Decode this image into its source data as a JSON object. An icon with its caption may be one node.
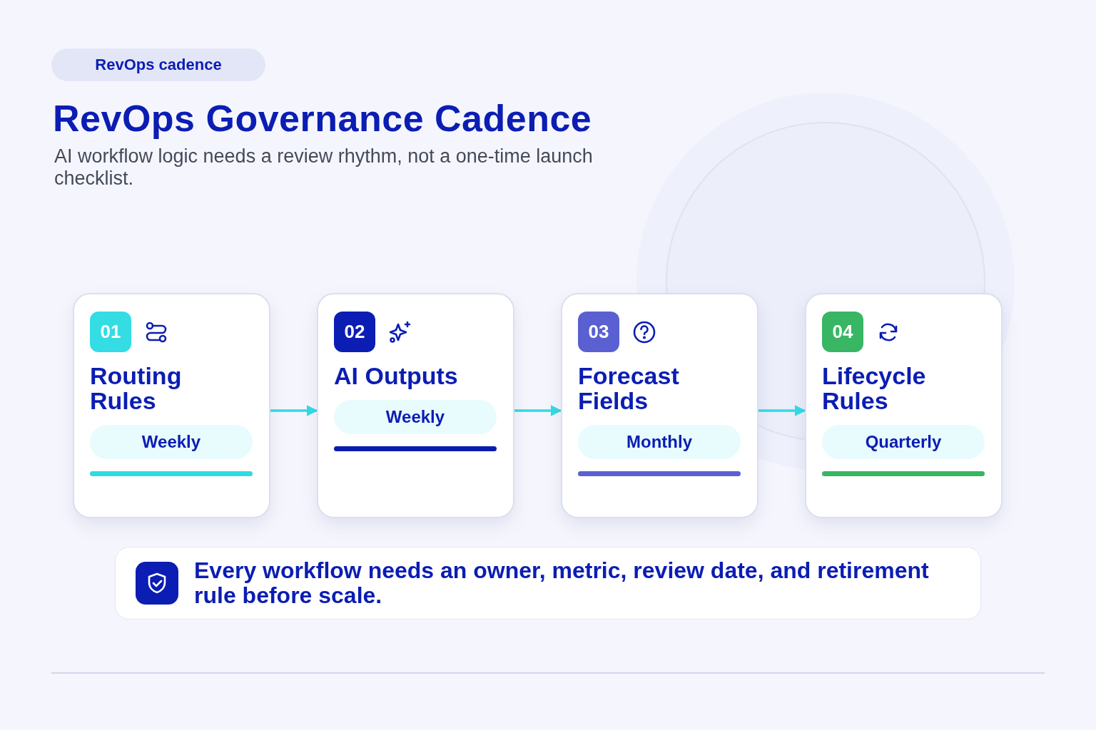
{
  "diagram": {
    "title": "RevOps Governance Cadence",
    "nodes": [
      {
        "text": [
          "RevOps cadence"
        ]
      },
      {
        "text": [
          "Routing Rules"
        ]
      },
      {
        "text": [
          "01"
        ],
        "in": 1
      },
      {
        "text": [
          "Weekly"
        ],
        "in": 1
      },
      {
        "text": [
          "AI Outputs"
        ]
      },
      {
        "text": [
          "02"
        ],
        "in": 4
      },
      {
        "text": [
          "Weekly"
        ],
        "in": 4
      },
      {
        "text": [
          "Forecast Fields"
        ]
      },
      {
        "text": [
          "03"
        ],
        "in": 7
      },
      {
        "text": [
          "Monthly"
        ],
        "in": 7
      },
      {
        "text": [
          "Lifecycle Rules"
        ]
      },
      {
        "text": [
          "04"
        ],
        "in": 10
      },
      {
        "text": [
          "Quarterly"
        ],
        "in": 10
      },
      {
        "text": [
          "Every workflow needs an owner, metric, review date, and retirement rule before scale."
        ]
      }
    ],
    "edges": [
      {
        "from": 1,
        "to": 4,
        "arrow": "to"
      },
      {
        "from": 4,
        "to": 7,
        "arrow": "to"
      },
      {
        "from": 7,
        "to": 10,
        "arrow": "to"
      }
    ],
    "labels": [
      "AI workflow logic needs a review rhythm, not a one-time launch checklist."
    ]
  }
}
